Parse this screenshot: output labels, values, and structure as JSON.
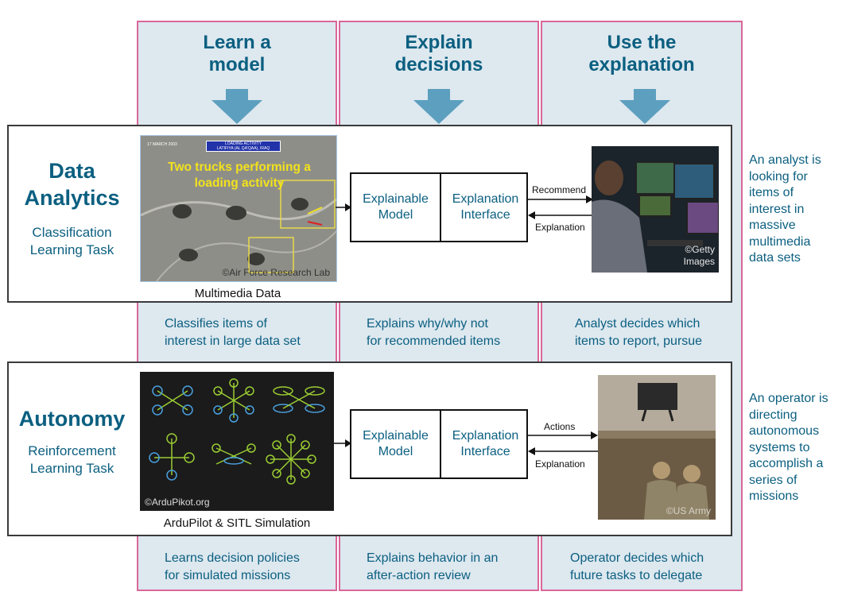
{
  "columns": [
    {
      "title_line1": "Learn a",
      "title_line2": "model"
    },
    {
      "title_line1": "Explain",
      "title_line2": "decisions"
    },
    {
      "title_line1": "Use the",
      "title_line2": "explanation"
    }
  ],
  "rows": [
    {
      "title_line1": "Data",
      "title_line2": "Analytics",
      "subtitle_line1": "Classification",
      "subtitle_line2": "Learning Task",
      "image_caption": "Multimedia Data",
      "image_overlay_line1": "Two trucks performing a",
      "image_overlay_line2": "loading activity",
      "image_banner_line1": "LOADING ACTIVITY",
      "image_banner_line2": "LATIFIYA (AL QA'QAA), IRAQ",
      "image_date": "17 MARCH 2003",
      "image_credit": "©Air Force Research Lab",
      "model_label_line1": "Explainable",
      "model_label_line2": "Model",
      "interface_label_line1": "Explanation",
      "interface_label_line2": "Interface",
      "arrow_top_label": "Recommend",
      "arrow_bottom_label": "Explanation",
      "photo_credit_line1": "©Getty",
      "photo_credit_line2": "Images",
      "side_text": [
        "An analyst is",
        "looking for",
        "items of",
        "interest in",
        "massive",
        "multimedia",
        "data sets"
      ],
      "captions": [
        {
          "line1": "Classifies items of",
          "line2": "interest in large data set"
        },
        {
          "line1": "Explains why/why not",
          "line2": "for recommended items"
        },
        {
          "line1": "Analyst decides which",
          "line2": "items to report, pursue"
        }
      ]
    },
    {
      "title_line1": "Autonomy",
      "subtitle_line1": "Reinforcement",
      "subtitle_line2": "Learning Task",
      "image_caption": "ArduPilot & SITL Simulation",
      "image_credit": "©ArduPikot.org",
      "model_label_line1": "Explainable",
      "model_label_line2": "Model",
      "interface_label_line1": "Explanation",
      "interface_label_line2": "Interface",
      "arrow_top_label": "Actions",
      "arrow_bottom_label": "Explanation",
      "photo_credit": "©US Army",
      "side_text": [
        "An operator is",
        "directing",
        "autonomous",
        "systems to",
        "accomplish a",
        "series of",
        "missions"
      ],
      "captions": [
        {
          "line1": "Learns decision policies",
          "line2": "for simulated missions"
        },
        {
          "line1": "Explains behavior in an",
          "line2": "after-action review"
        },
        {
          "line1": "Operator decides which",
          "line2": "future tasks to delegate"
        }
      ]
    }
  ],
  "colors": {
    "accent": "#0b5f80",
    "column_border": "#d9679a",
    "column_fill": "#dde8ef",
    "arrow": "#5d9fbf"
  }
}
